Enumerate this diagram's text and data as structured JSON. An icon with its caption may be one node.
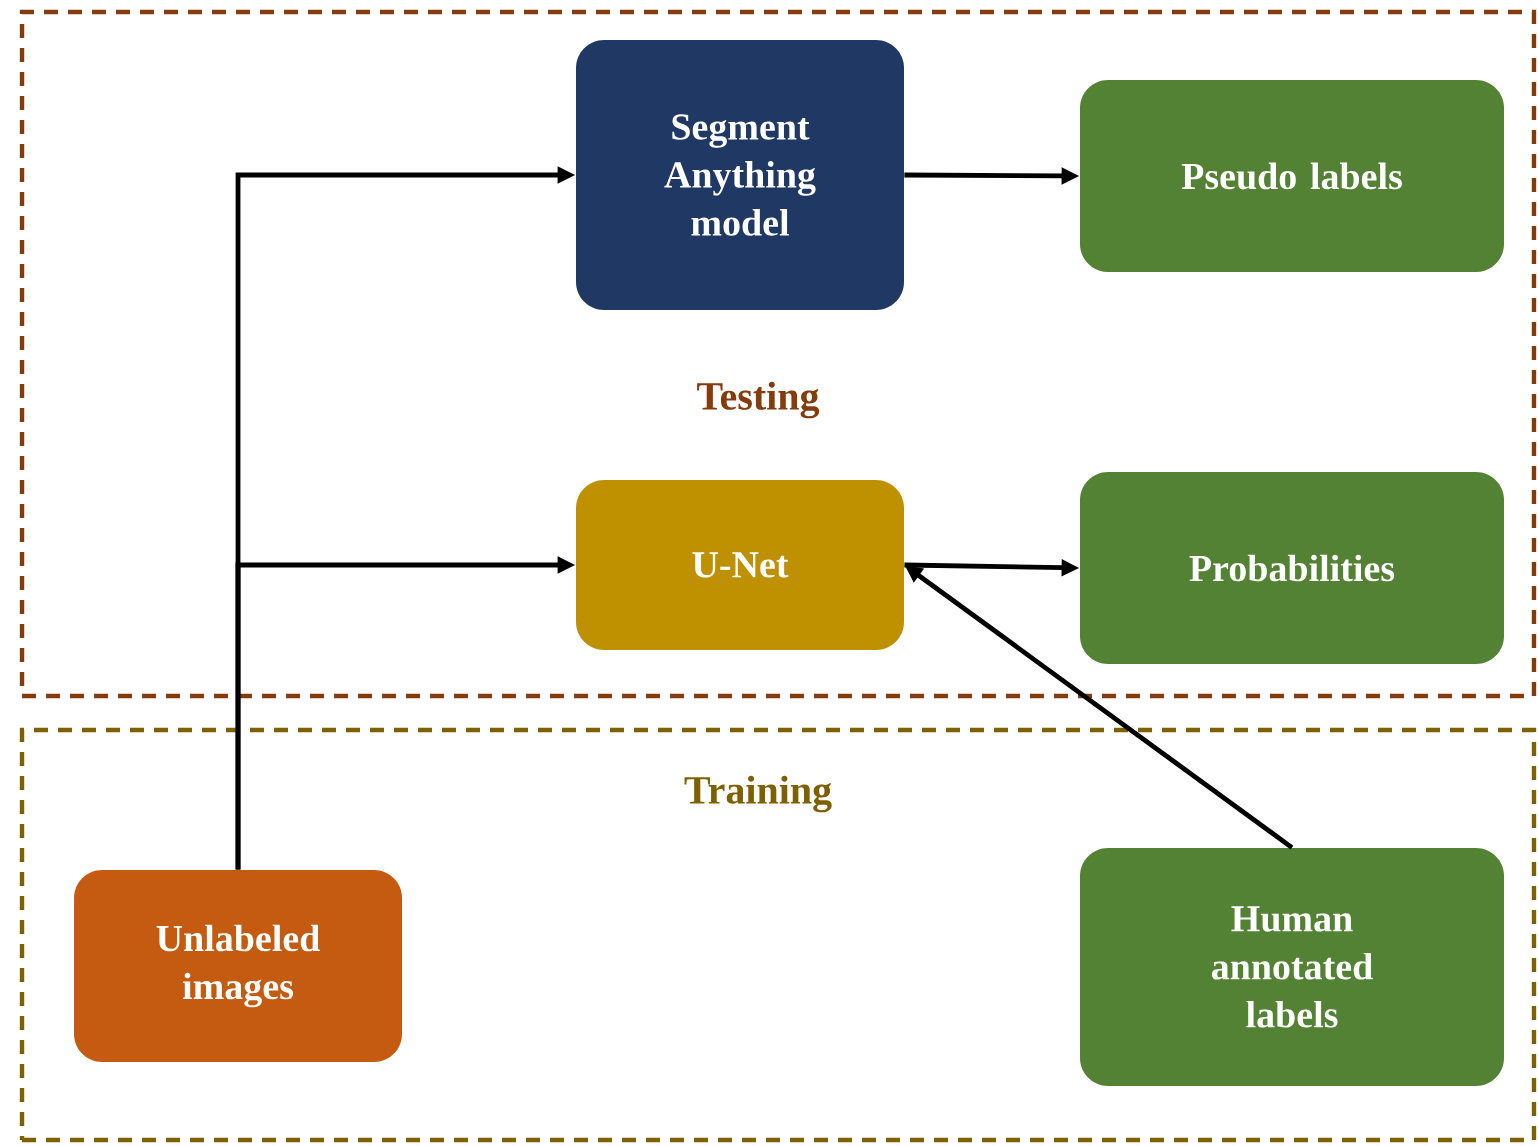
{
  "diagram": {
    "nodes": [
      {
        "text": [
          "Testing"
        ]
      },
      {
        "text": [
          "Segment Anything model"
        ],
        "in": 0
      },
      {
        "text": [
          "Pseudo labels"
        ],
        "in": 0
      },
      {
        "text": [
          "U-Net"
        ],
        "in": 0
      },
      {
        "text": [
          "Probabilities"
        ],
        "in": 0
      },
      {
        "text": [
          "Training"
        ]
      },
      {
        "text": [
          "Unlabeled images"
        ],
        "in": 5
      },
      {
        "text": [
          "Human annotated labels"
        ],
        "in": 5
      }
    ],
    "edges": [
      {
        "from": 6,
        "to": 1,
        "arrow": "to"
      },
      {
        "from": 6,
        "to": 3,
        "arrow": "to"
      },
      {
        "from": 1,
        "to": 2,
        "arrow": "to"
      },
      {
        "from": 3,
        "to": 4,
        "arrow": "to"
      },
      {
        "from": 7,
        "to": 3,
        "arrow": "to"
      }
    ]
  }
}
